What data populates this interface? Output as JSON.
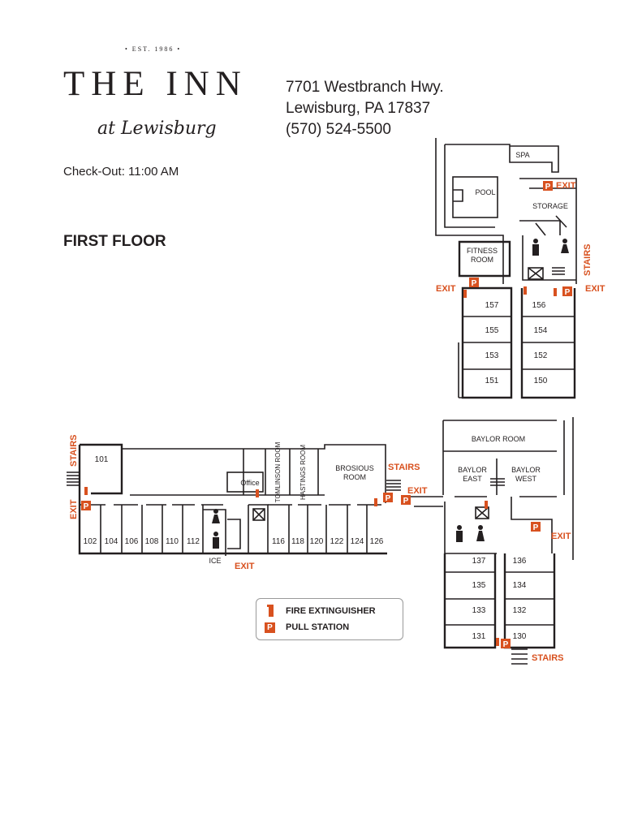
{
  "header": {
    "est": "• EST. 1986 •",
    "name": "THE INN",
    "subtitle": "at Lewisburg",
    "address_line1": "7701 Westbranch Hwy.",
    "address_line2": "Lewisburg, PA 17837",
    "phone": "(570) 524-5500",
    "checkout": "Check-Out: 11:00 AM",
    "floor_title": "FIRST FLOOR"
  },
  "map": {
    "north_wing": {
      "spa": "SPA",
      "pool": "POOL",
      "storage": "STORAGE",
      "fitness": "FITNESS",
      "fitness2": "ROOM",
      "rooms": [
        "157",
        "156",
        "155",
        "154",
        "153",
        "152",
        "151",
        "150"
      ]
    },
    "west_wing": {
      "rooms": [
        "101",
        "102",
        "104",
        "106",
        "108",
        "110",
        "112",
        "116",
        "118",
        "120",
        "122",
        "124",
        "126"
      ],
      "office": "Office",
      "tomlinson": "TOMLINSON ROOM",
      "hastings": "HASTINGS ROOM",
      "brosious": "BROSIOUS",
      "brosious2": "ROOM",
      "ice": "ICE"
    },
    "east_wing": {
      "baylor_room": "BAYLOR ROOM",
      "baylor_east": "BAYLOR",
      "baylor_east2": "EAST",
      "baylor_west": "BAYLOR",
      "baylor_west2": "WEST",
      "rooms": [
        "137",
        "136",
        "135",
        "134",
        "133",
        "132",
        "131",
        "130"
      ]
    },
    "marks": {
      "exit": "EXIT",
      "stairs": "STAIRS",
      "pull": "P"
    }
  },
  "legend": {
    "extinguisher": "FIRE EXTINGUISHER",
    "pull_station": "PULL STATION"
  },
  "colors": {
    "accent": "#d8511f",
    "ink": "#231f20"
  }
}
